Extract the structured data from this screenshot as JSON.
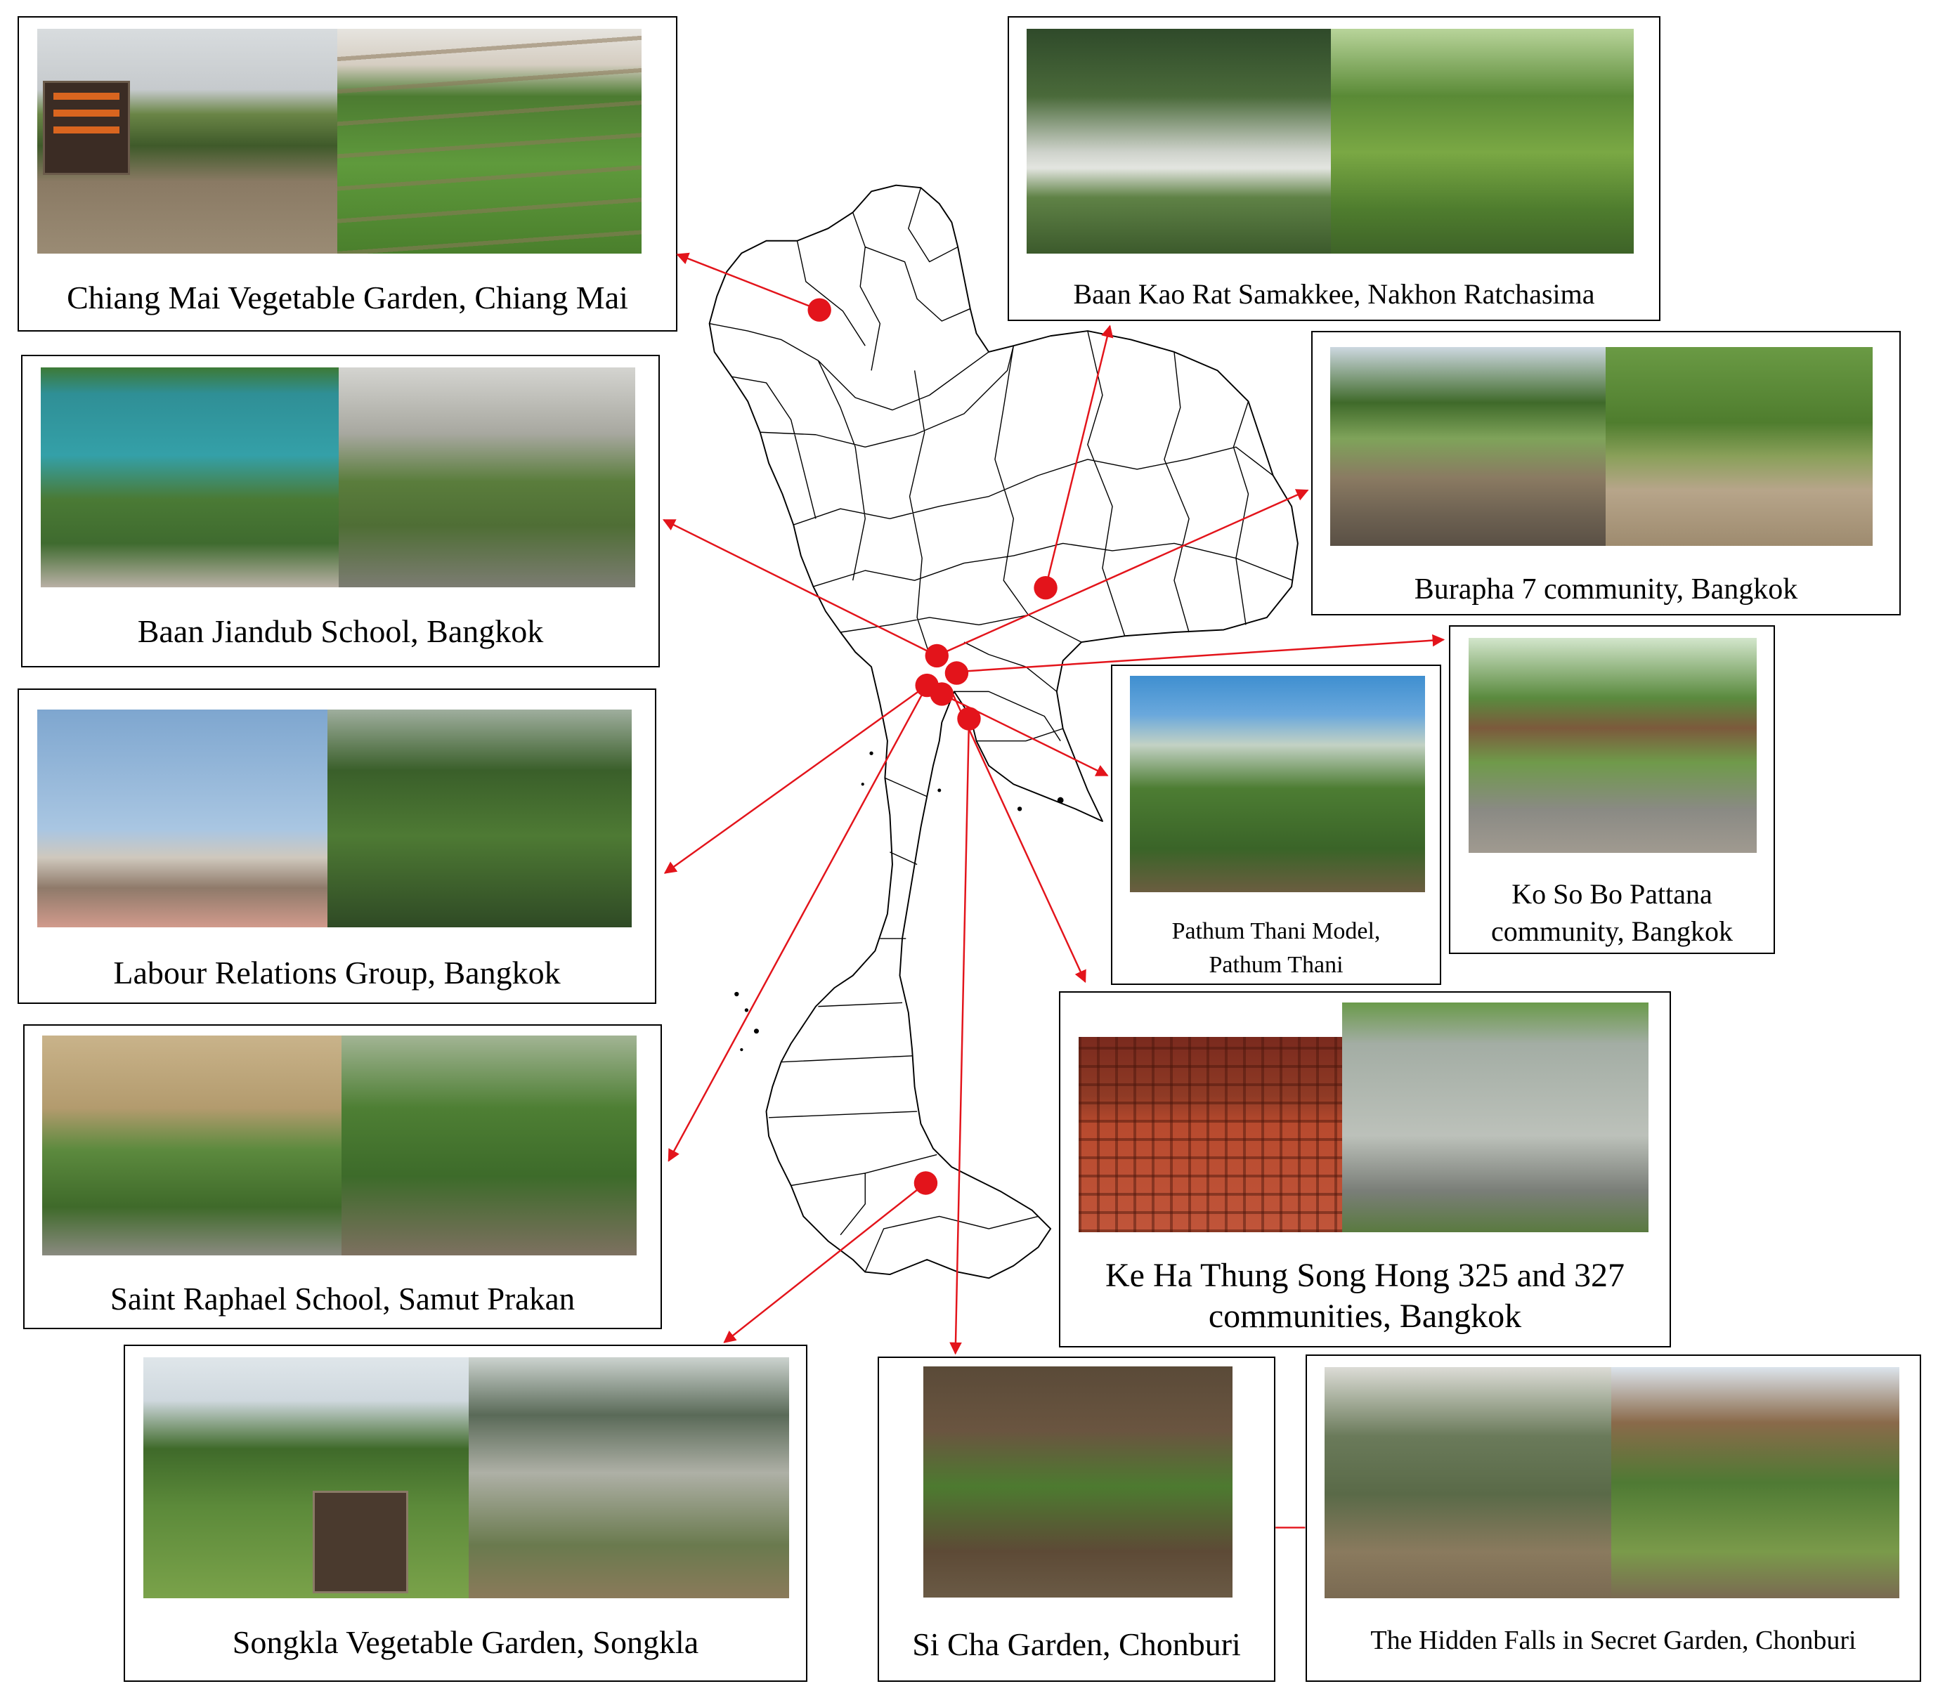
{
  "colors": {
    "marker": "#e3141b",
    "panel_border": "#000000",
    "map_stroke": "#000000"
  },
  "map": {
    "marker_icon": "location-dot-icon"
  },
  "panels": {
    "chiang_mai": {
      "caption": "Chiang Mai Vegetable Garden, Chiang Mai"
    },
    "baan_kao_rat": {
      "caption": "Baan Kao Rat Samakkee, Nakhon Ratchasima"
    },
    "baan_jiandub": {
      "caption": "Baan Jiandub School, Bangkok"
    },
    "burapha": {
      "caption": "Burapha 7 community, Bangkok"
    },
    "labour": {
      "caption": "Labour Relations Group, Bangkok"
    },
    "pathum_thani": {
      "caption_lines": [
        "Pathum Thani Model,",
        "Pathum Thani"
      ]
    },
    "ko_so_bo": {
      "caption_lines": [
        "Ko So Bo Pattana",
        "community, Bangkok"
      ]
    },
    "saint_raphael": {
      "caption": "Saint Raphael School, Samut Prakan"
    },
    "ke_ha": {
      "caption_lines": [
        "Ke Ha Thung Song Hong 325 and 327",
        "communities, Bangkok"
      ]
    },
    "songkla": {
      "caption": "Songkla Vegetable Garden, Songkla"
    },
    "si_cha": {
      "caption": "Si Cha Garden, Chonburi"
    },
    "hidden_falls": {
      "caption": "The Hidden Falls in Secret Garden, Chonburi"
    }
  }
}
